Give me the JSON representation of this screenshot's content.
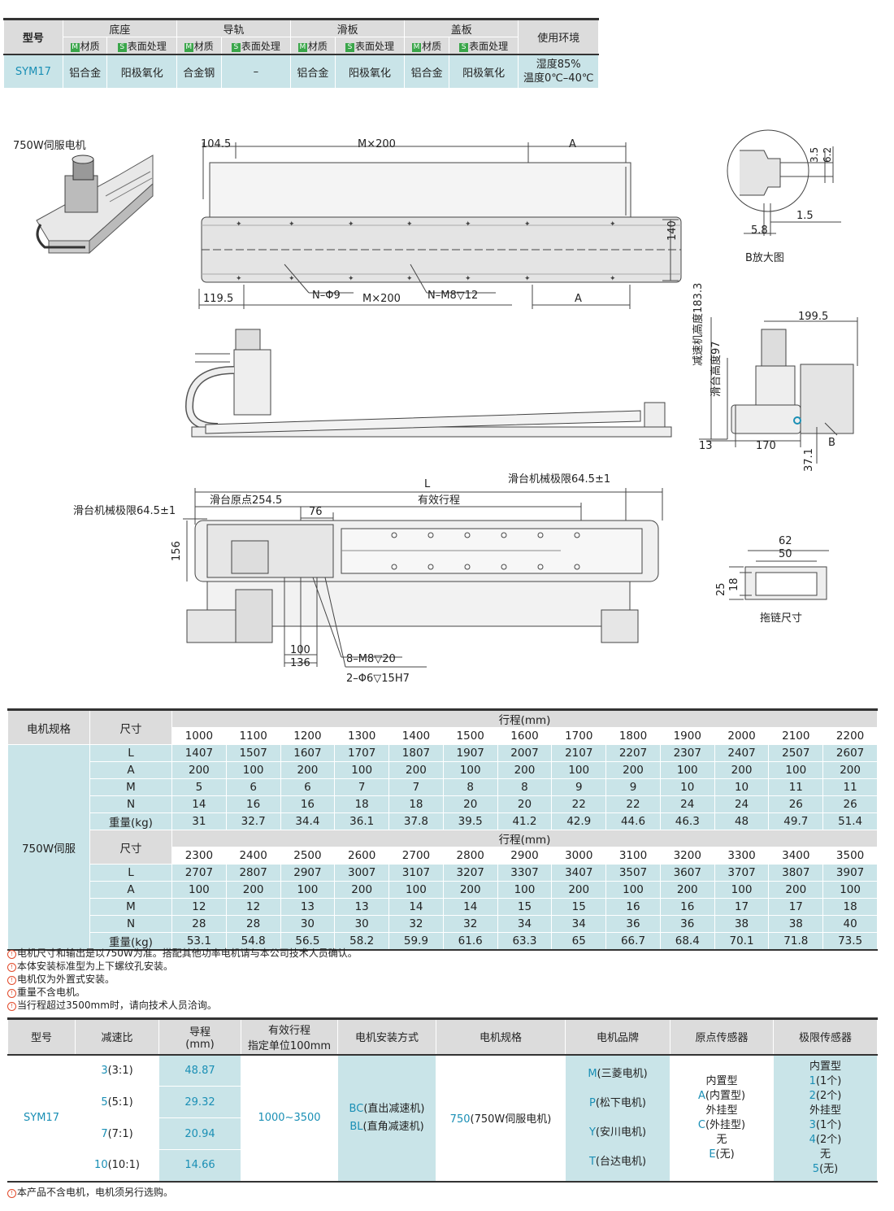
{
  "top_table": {
    "headers": {
      "model": "型号",
      "base": "底座",
      "rail": "导轨",
      "slider": "滑板",
      "cover": "盖板",
      "env": "使用环境",
      "material": "材质",
      "surface": "表面处理",
      "m_badge": "M",
      "s_badge": "S"
    },
    "row": {
      "model": "SYM17",
      "base_material": "铝合金",
      "base_surface": "阳极氧化",
      "rail_material": "合金钢",
      "rail_surface": "–",
      "slider_material": "铝合金",
      "slider_surface": "阳极氧化",
      "cover_material": "铝合金",
      "cover_surface": "阳极氧化",
      "env_line1": "湿度85%",
      "env_line2": "温度0℃–40℃"
    }
  },
  "drawing": {
    "motor_caption": "750W伺服电机",
    "top_dims": {
      "d1045": "104.5",
      "m200": "M×200",
      "a": "A",
      "d140": "140",
      "d1195": "119.5",
      "n_phi9": "N–Φ9",
      "m200b": "M×200",
      "n_m8": "N–M8▽12",
      "a2": "A"
    },
    "b_detail": {
      "d35": "3.5",
      "d62": "6.2",
      "d15": "1.5",
      "d58": "5.8",
      "caption": "B放大图"
    },
    "side_dims": {
      "reducer_h": "减速机高度183.3",
      "slide_h": "滑台高度97",
      "d1995": "199.5",
      "d13": "13",
      "d170": "170",
      "d371": "37.1",
      "b": "B"
    },
    "plan_dims": {
      "limit_right": "滑台机械极限64.5±1",
      "l": "L",
      "origin": "滑台原点254.5",
      "stroke": "有效行程",
      "limit_left": "滑台机械极限64.5±1",
      "d76": "76",
      "d156": "156",
      "d100": "100",
      "d136": "136",
      "m8": "8–M8▽20",
      "phi6": "2–Φ6▽15H7"
    },
    "chain": {
      "d62": "62",
      "d50": "50",
      "d25": "25",
      "d18": "18",
      "caption": "拖链尺寸"
    }
  },
  "stroke_table": {
    "motor_spec_label": "电机规格",
    "size_label": "尺寸",
    "stroke_label": "行程(mm)",
    "motor": "750W伺服",
    "row_labels": [
      "L",
      "A",
      "M",
      "N",
      "重量(kg)"
    ],
    "block1": {
      "strokes": [
        "1000",
        "1100",
        "1200",
        "1300",
        "1400",
        "1500",
        "1600",
        "1700",
        "1800",
        "1900",
        "2000",
        "2100",
        "2200"
      ],
      "rows": [
        [
          "1407",
          "1507",
          "1607",
          "1707",
          "1807",
          "1907",
          "2007",
          "2107",
          "2207",
          "2307",
          "2407",
          "2507",
          "2607"
        ],
        [
          "200",
          "100",
          "200",
          "100",
          "200",
          "100",
          "200",
          "100",
          "200",
          "100",
          "200",
          "100",
          "200"
        ],
        [
          "5",
          "6",
          "6",
          "7",
          "7",
          "8",
          "8",
          "9",
          "9",
          "10",
          "10",
          "11",
          "11"
        ],
        [
          "14",
          "16",
          "16",
          "18",
          "18",
          "20",
          "20",
          "22",
          "22",
          "24",
          "24",
          "26",
          "26"
        ],
        [
          "31",
          "32.7",
          "34.4",
          "36.1",
          "37.8",
          "39.5",
          "41.2",
          "42.9",
          "44.6",
          "46.3",
          "48",
          "49.7",
          "51.4"
        ]
      ]
    },
    "block2": {
      "strokes": [
        "2300",
        "2400",
        "2500",
        "2600",
        "2700",
        "2800",
        "2900",
        "3000",
        "3100",
        "3200",
        "3300",
        "3400",
        "3500"
      ],
      "rows": [
        [
          "2707",
          "2807",
          "2907",
          "3007",
          "3107",
          "3207",
          "3307",
          "3407",
          "3507",
          "3607",
          "3707",
          "3807",
          "3907"
        ],
        [
          "100",
          "200",
          "100",
          "200",
          "100",
          "200",
          "100",
          "200",
          "100",
          "200",
          "100",
          "200",
          "100"
        ],
        [
          "12",
          "12",
          "13",
          "13",
          "14",
          "14",
          "15",
          "15",
          "16",
          "16",
          "17",
          "17",
          "18"
        ],
        [
          "28",
          "28",
          "30",
          "30",
          "32",
          "32",
          "34",
          "34",
          "36",
          "36",
          "38",
          "38",
          "40"
        ],
        [
          "53.1",
          "54.8",
          "56.5",
          "58.2",
          "59.9",
          "61.6",
          "63.3",
          "65",
          "66.7",
          "68.4",
          "70.1",
          "71.8",
          "73.5"
        ]
      ]
    }
  },
  "notes": [
    "电机尺寸和输出是以750W为准。搭配其他功率电机请与本公司技术人员确认。",
    "本体安装标准型为上下螺纹孔安装。",
    "电机仅为外置式安装。",
    "重量不含电机。",
    "当行程超过3500mm时，请向技术人员洽询。"
  ],
  "order_table": {
    "headers": {
      "model": "型号",
      "ratio": "减速比",
      "lead": "导程",
      "lead_unit": "(mm)",
      "stroke1": "有效行程",
      "stroke2": "指定单位100mm",
      "mount": "电机安装方式",
      "spec": "电机规格",
      "brand": "电机品牌",
      "origin": "原点传感器",
      "limit": "极限传感器"
    },
    "model": "SYM17",
    "ratios": [
      {
        "code": "3",
        "text": "(3:1)",
        "lead": "48.87"
      },
      {
        "code": "5",
        "text": "(5:1)",
        "lead": "29.32"
      },
      {
        "code": "7",
        "text": "(7:1)",
        "lead": "20.94"
      },
      {
        "code": "10",
        "text": "(10:1)",
        "lead": "14.66"
      }
    ],
    "stroke": "1000~3500",
    "mounts": [
      {
        "code": "BC",
        "text": "(直出减速机)"
      },
      {
        "code": "BL",
        "text": "(直角减速机)"
      }
    ],
    "spec": {
      "code": "750",
      "text": "(750W伺服电机)"
    },
    "brands": [
      {
        "code": "M",
        "text": "(三菱电机)"
      },
      {
        "code": "P",
        "text": "(松下电机)"
      },
      {
        "code": "Y",
        "text": "(安川电机)"
      },
      {
        "code": "T",
        "text": "(台达电机)"
      }
    ],
    "origin": [
      {
        "t": "内置型"
      },
      {
        "code": "A",
        "text": "(内置型)"
      },
      {
        "t": "外挂型"
      },
      {
        "code": "C",
        "text": "(外挂型)"
      },
      {
        "t": "无"
      },
      {
        "code": "E",
        "text": "(无)"
      }
    ],
    "limit": [
      {
        "t": "内置型"
      },
      {
        "code": "1",
        "text": "(1个)"
      },
      {
        "code": "2",
        "text": "(2个)"
      },
      {
        "t": "外挂型"
      },
      {
        "code": "3",
        "text": "(1个)"
      },
      {
        "code": "4",
        "text": "(2个)"
      },
      {
        "t": "无"
      },
      {
        "code": "5",
        "text": "(无)"
      }
    ]
  },
  "footnote": "本产品不含电机，电机须另行选购。"
}
